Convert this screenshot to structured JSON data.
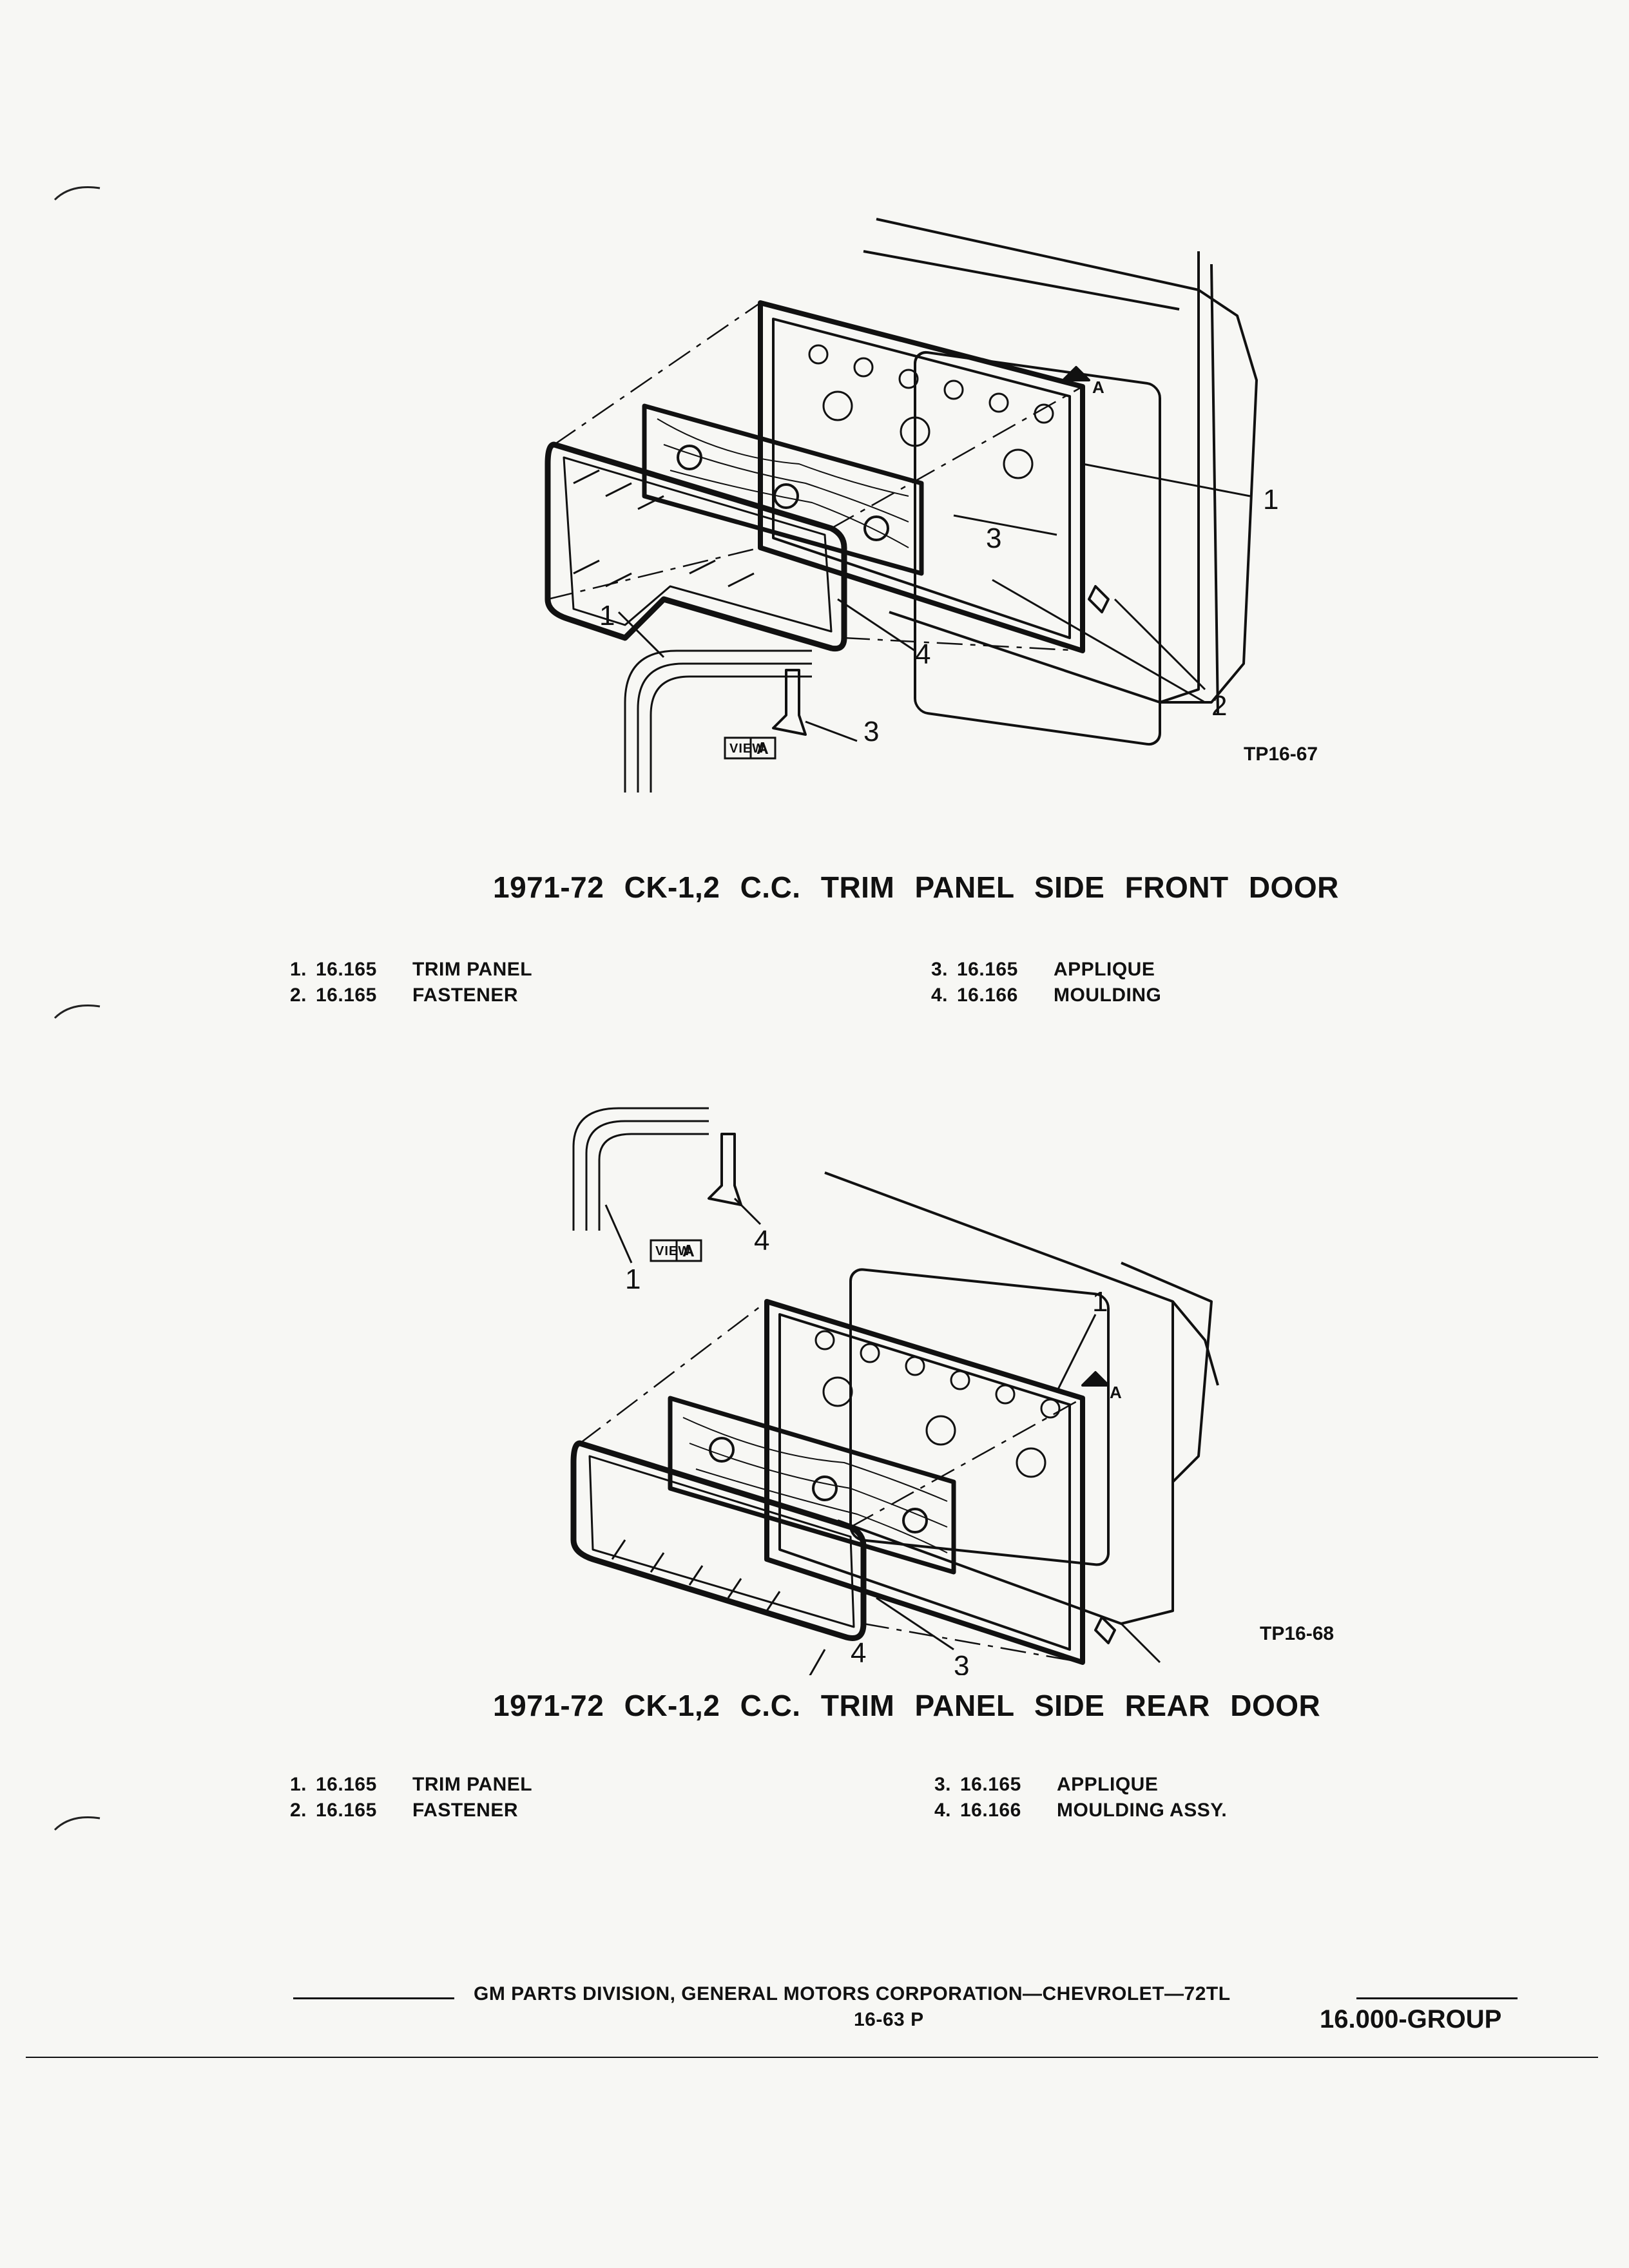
{
  "figures": [
    {
      "code": "TP16-67",
      "view_label": "VIEW",
      "view_letter": "A",
      "arrow_letter": "A",
      "callouts": [
        "1",
        "1",
        "2",
        "3",
        "3",
        "4"
      ],
      "caption": "1971-72 CK-1,2 C.C. TRIM PANEL SIDE FRONT DOOR",
      "parts_left": [
        {
          "num": "1.",
          "code": "16.165",
          "name": "TRIM PANEL"
        },
        {
          "num": "2.",
          "code": "16.165",
          "name": "FASTENER"
        }
      ],
      "parts_right": [
        {
          "num": "3.",
          "code": "16.165",
          "name": "APPLIQUE"
        },
        {
          "num": "4.",
          "code": "16.166",
          "name": "MOULDING"
        }
      ]
    },
    {
      "code": "TP16-68",
      "view_label": "VIEW",
      "view_letter": "A",
      "arrow_letter": "A",
      "callouts": [
        "1",
        "1",
        "3",
        "4",
        "4"
      ],
      "caption": "1971-72 CK-1,2 C.C. TRIM PANEL SIDE REAR DOOR",
      "parts_left": [
        {
          "num": "1.",
          "code": "16.165",
          "name": "TRIM PANEL"
        },
        {
          "num": "2.",
          "code": "16.165",
          "name": "FASTENER"
        }
      ],
      "parts_right": [
        {
          "num": "3.",
          "code": "16.165",
          "name": "APPLIQUE"
        },
        {
          "num": "4.",
          "code": "16.166",
          "name": "MOULDING ASSY."
        }
      ]
    }
  ],
  "footer": {
    "publisher": "GM PARTS DIVISION, GENERAL MOTORS CORPORATION—CHEVROLET—72TL",
    "page": "16-63 P",
    "group": "16.000-GROUP"
  }
}
